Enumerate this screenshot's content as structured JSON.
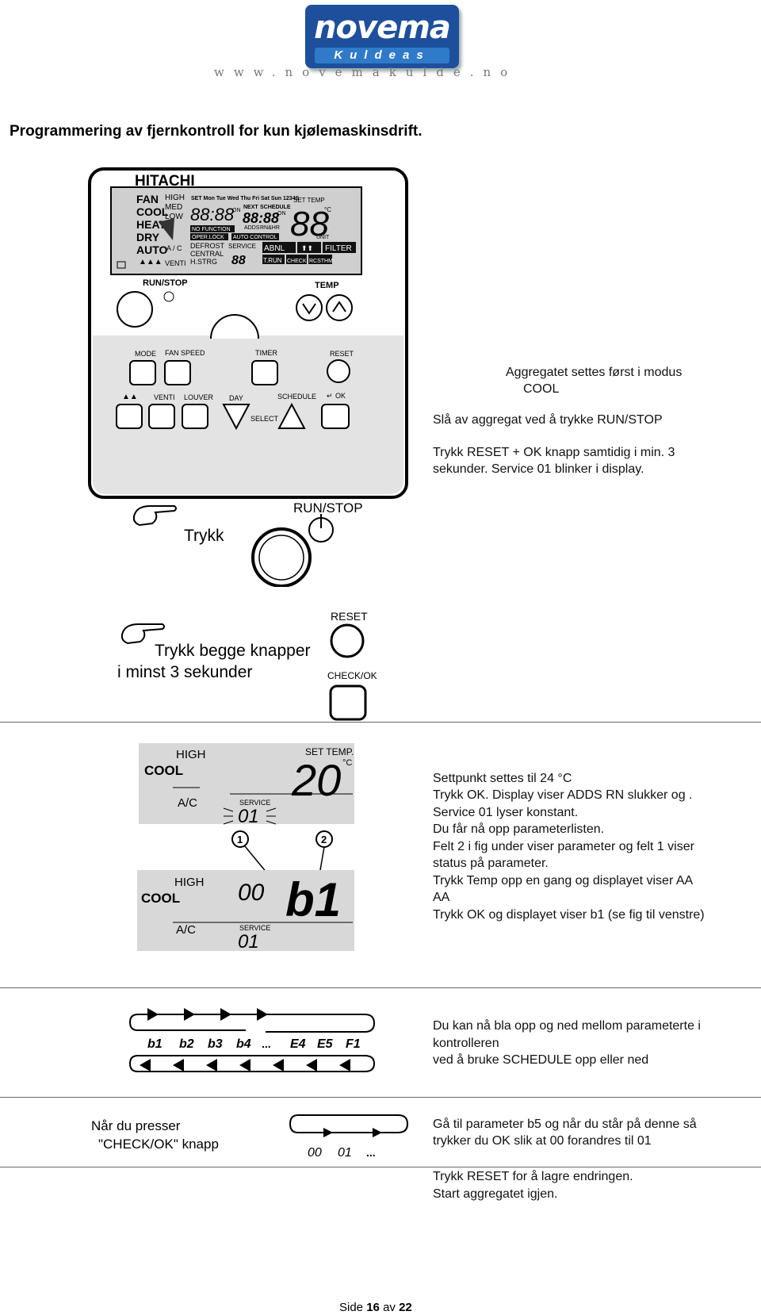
{
  "header": {
    "logo_name": "novema",
    "logo_sub": "Kuldeas",
    "url": "www.novemakulde.no"
  },
  "title": "Programmering av fjernkontroll for kun kjølemaskinsdrift.",
  "remote": {
    "brand": "HITACHI",
    "lcd": {
      "modes": [
        "FAN",
        "COOL",
        "HEAT",
        "DRY",
        "AUTO"
      ],
      "speeds": [
        "HIGH",
        "MED",
        "LOW"
      ],
      "days": "SET Mon Tue Wed Thu Fri Sat Sun 1234S",
      "set_temp": "SET TEMP",
      "next": "NEXT",
      "schedule": "SCHEDULE",
      "on": "ON",
      "adds": "ADDS",
      "rnhr": "RN&HR",
      "no_function": "NO FUNCTION",
      "oper_lock": "OPER.LOCK",
      "auto_control": "AUTO CONTROL",
      "unit": "UNIT",
      "ac": "A / C",
      "venti": "VENTI",
      "defrost": "DEFROST",
      "central": "CENTRAL",
      "hstrg": "H.STRG",
      "service": "SERVICE",
      "abnl": "ABNL",
      "filter": "FILTER",
      "trun": "T.RUN",
      "check": "CHECK",
      "rcsthm": "RCSTHM",
      "clock": "88:88",
      "timer": "88:88",
      "temp": "88",
      "service_num": "88"
    },
    "labels": {
      "run_stop": "RUN/STOP",
      "temp": "TEMP",
      "mode": "MODE",
      "fan_speed": "FAN SPEED",
      "timer": "TIMER",
      "reset": "RESET",
      "venti": "VENTI",
      "louver": "LOUVER",
      "day": "DAY",
      "schedule": "SCHEDULE",
      "ok": "OK",
      "select": "SELECT"
    }
  },
  "step1": {
    "lines": [
      "Aggregatet settes først i modus",
      "COOL"
    ],
    "line2": "Slå av aggregat ved å trykke RUN/STOP",
    "line3": [
      "Trykk RESET + OK knapp samtidig i min. 3",
      "sekunder. Service 01 blinker i display."
    ]
  },
  "press1": {
    "trykk": "Trykk",
    "run_stop": "RUN/STOP"
  },
  "press2": {
    "line1": "Trykk begge knapper",
    "line2": "i minst 3 sekunder",
    "reset": "RESET",
    "check_ok": "CHECK/OK"
  },
  "display_fig": {
    "cool": "COOL",
    "high": "HIGH",
    "ac": "A/C",
    "set_temp": "SET TEMP.",
    "temp": "20",
    "service": "SERVICE",
    "service_num": "01",
    "marker1": "1",
    "marker2": "2",
    "param_value": "00",
    "param_name": "b1"
  },
  "step2": {
    "lines": [
      "Settpunkt settes til 24 °C",
      "Trykk OK. Display viser ADDS RN slukker og .",
      "Service 01 lyser konstant.",
      "Du får nå opp parameterlisten.",
      "Felt 2 i fig under viser parameter og felt 1 viser",
      "status på parameter.",
      "Trykk Temp opp en gang og displayet viser AA",
      "AA",
      "Trykk OK og displayet viser b1 (se fig til venstre)"
    ]
  },
  "sequence": {
    "items": [
      "b1",
      "b2",
      "b3",
      "b4",
      "...",
      "E4",
      "E5",
      "F1"
    ]
  },
  "step3": {
    "lines": [
      "Du kan nå bla opp og ned mellom parameterte i",
      "kontrolleren",
      "ved å bruke SCHEDULE opp eller ned"
    ]
  },
  "checkok": {
    "line1": "Når du presser",
    "line2": "\"CHECK/OK\" knapp",
    "items": [
      "00",
      "01",
      "..."
    ]
  },
  "step4": {
    "lines": [
      "Gå til parameter b5 og når du står på denne så",
      "trykker du OK slik at 00 forandres til 01"
    ]
  },
  "step5": {
    "lines": [
      "Trykk RESET for å lagre endringen.",
      "Start aggregatet igjen."
    ]
  },
  "footer": {
    "prefix": "Side",
    "page": "16",
    "middle": "av",
    "total": "22"
  }
}
